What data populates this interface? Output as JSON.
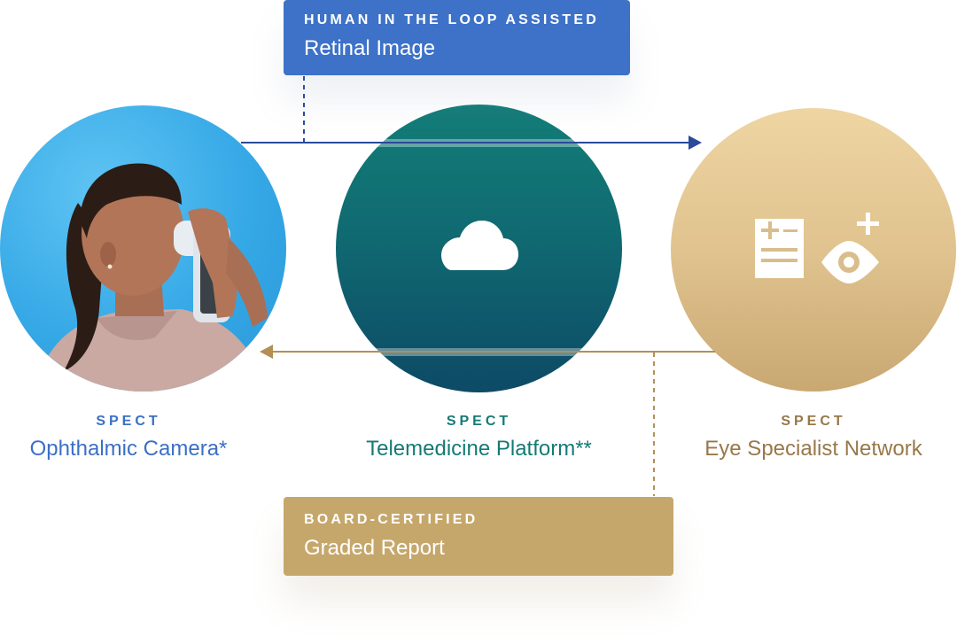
{
  "colors": {
    "blue": "#3d72c8",
    "teal": "#157a76",
    "gold": "#c6a76b",
    "gold_text": "#98784a",
    "navy_arrow": "#2a4a9a"
  },
  "top_card": {
    "kicker": "HUMAN IN THE LOOP ASSISTED",
    "title": "Retinal Image"
  },
  "bottom_card": {
    "kicker": "BOARD-CERTIFIED",
    "title": "Graded Report"
  },
  "nodes": [
    {
      "kicker": "SPECT",
      "title": "Ophthalmic Camera*",
      "image": "woman-using-handheld-camera"
    },
    {
      "kicker": "SPECT",
      "title": "Telemedicine Platform**",
      "icon": "cloud-icon"
    },
    {
      "kicker": "SPECT",
      "title": "Eye Specialist Network",
      "icon": "medical-report-eye-icon"
    }
  ]
}
